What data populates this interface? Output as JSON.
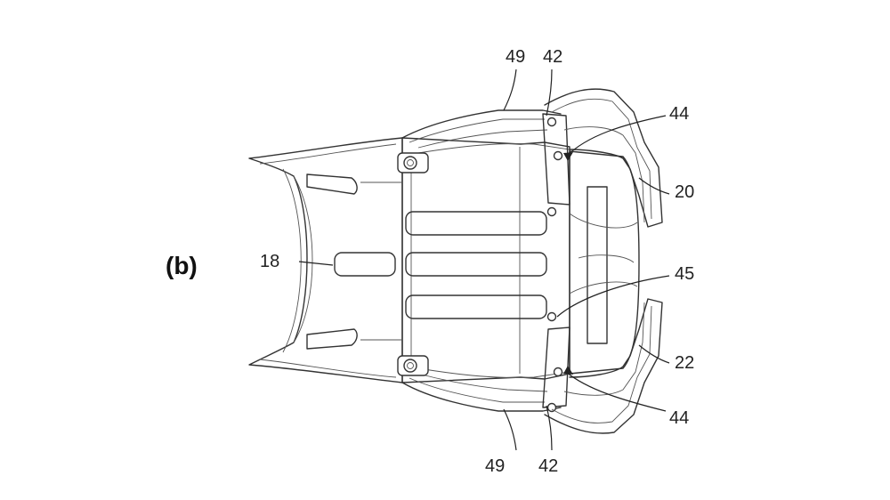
{
  "figure_label": "(b)",
  "labels": {
    "l18": "18",
    "l20": "20",
    "l22": "22",
    "l42_top": "42",
    "l42_bottom": "42",
    "l44_top": "44",
    "l44_bottom": "44",
    "l45": "45",
    "l49_top": "49",
    "l49_bottom": "49"
  }
}
